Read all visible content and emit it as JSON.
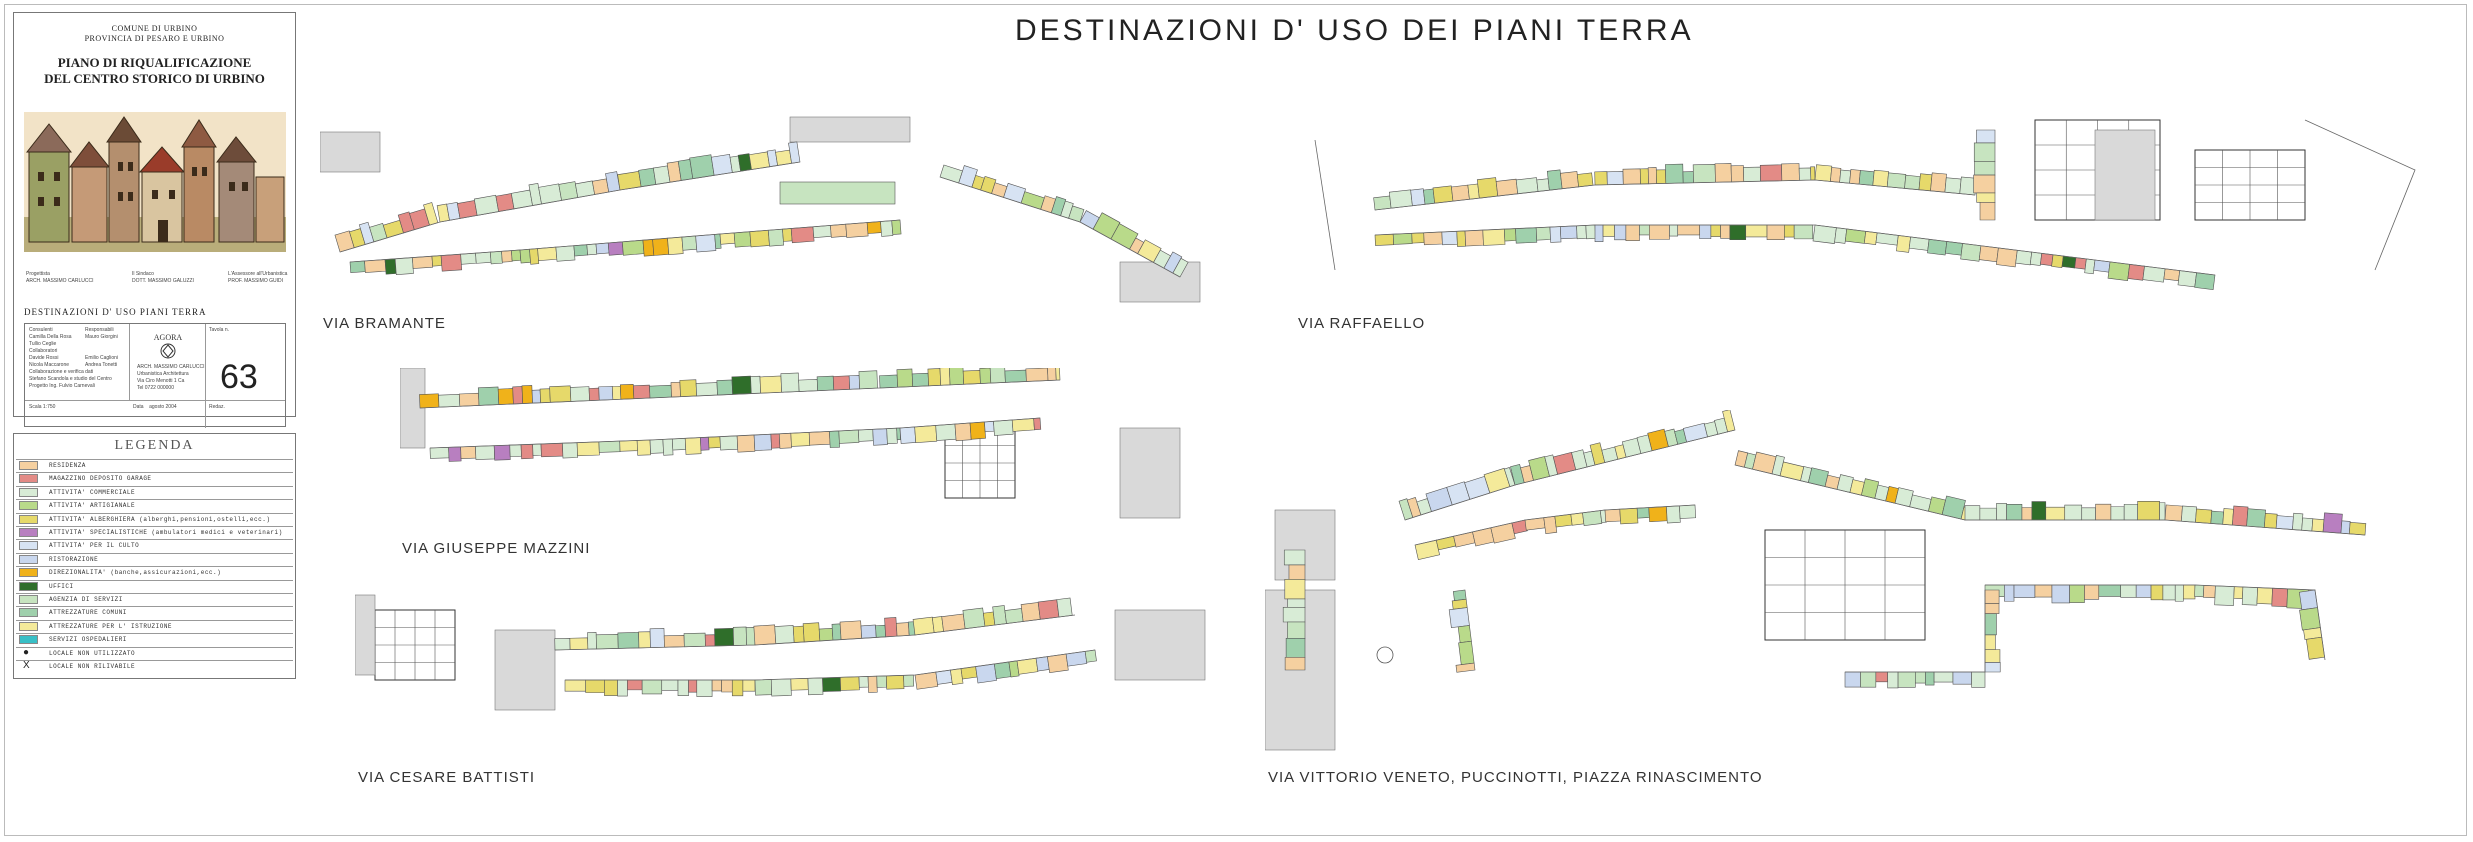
{
  "header": {
    "comune": "COMUNE DI URBINO",
    "provincia": "PROVINCIA DI PESARO E URBINO",
    "plan_line1": "PIANO DI RIQUALIFICAZIONE",
    "plan_line2": "DEL CENTRO STORICO DI URBINO",
    "section_title": "DESTINAZIONI D' USO PIANI TERRA",
    "sheet_number": "63"
  },
  "main_title": "DESTINAZIONI D' USO DEI PIANI TERRA",
  "legend": {
    "title": "LEGENDA",
    "items": [
      {
        "label": "RESIDENZA",
        "color": "#f5d0a0"
      },
      {
        "label": "MAGAZZINO DEPOSITO GARAGE",
        "color": "#e38b86"
      },
      {
        "label": "ATTIVITA' COMMERCIALE",
        "color": "#d8ecd6"
      },
      {
        "label": "ATTIVITA' ARTIGIANALE",
        "color": "#b9da8a"
      },
      {
        "label": "ATTIVITA' ALBERGHIERA (alberghi,pensioni,ostelli,ecc.)",
        "color": "#e6d96a"
      },
      {
        "label": "ATTIVITA' SPECIALISTICHE (ambulatori medici e veterinari)",
        "color": "#b87fc0"
      },
      {
        "label": "ATTIVITA' PER IL CULTO",
        "color": "#d7e3f3"
      },
      {
        "label": "RISTORAZIONE",
        "color": "#c9d7ee"
      },
      {
        "label": "DIREZIONALITA' (banche,assicurazioni,ecc.)",
        "color": "#f0b21a"
      },
      {
        "label": "UFFICI",
        "color": "#2f6e2a"
      },
      {
        "label": "AGENZIA DI SERVIZI",
        "color": "#c7e4c0"
      },
      {
        "label": "ATTREZZATURE COMUNI",
        "color": "#9fd0ac"
      },
      {
        "label": "ATTREZZATURE PER L' ISTRUZIONE",
        "color": "#f4ea9a"
      },
      {
        "label": "SERVIZI OSPEDALIERI",
        "color": "#38bfc6"
      },
      {
        "label": "LOCALE NON UTILIZZATO",
        "symbol": "●"
      },
      {
        "label": "LOCALE NON RILIVABILE",
        "symbol": "X"
      }
    ]
  },
  "streets": {
    "bramante": "VIA BRAMANTE",
    "raffaello": "VIA RAFFAELLO",
    "mazzini": "VIA GIUSEPPE MAZZINI",
    "battisti": "VIA CESARE BATTISTI",
    "veneto": "VIA VITTORIO VENETO, PUCCINOTTI, PIAZZA RINASCIMENTO"
  }
}
